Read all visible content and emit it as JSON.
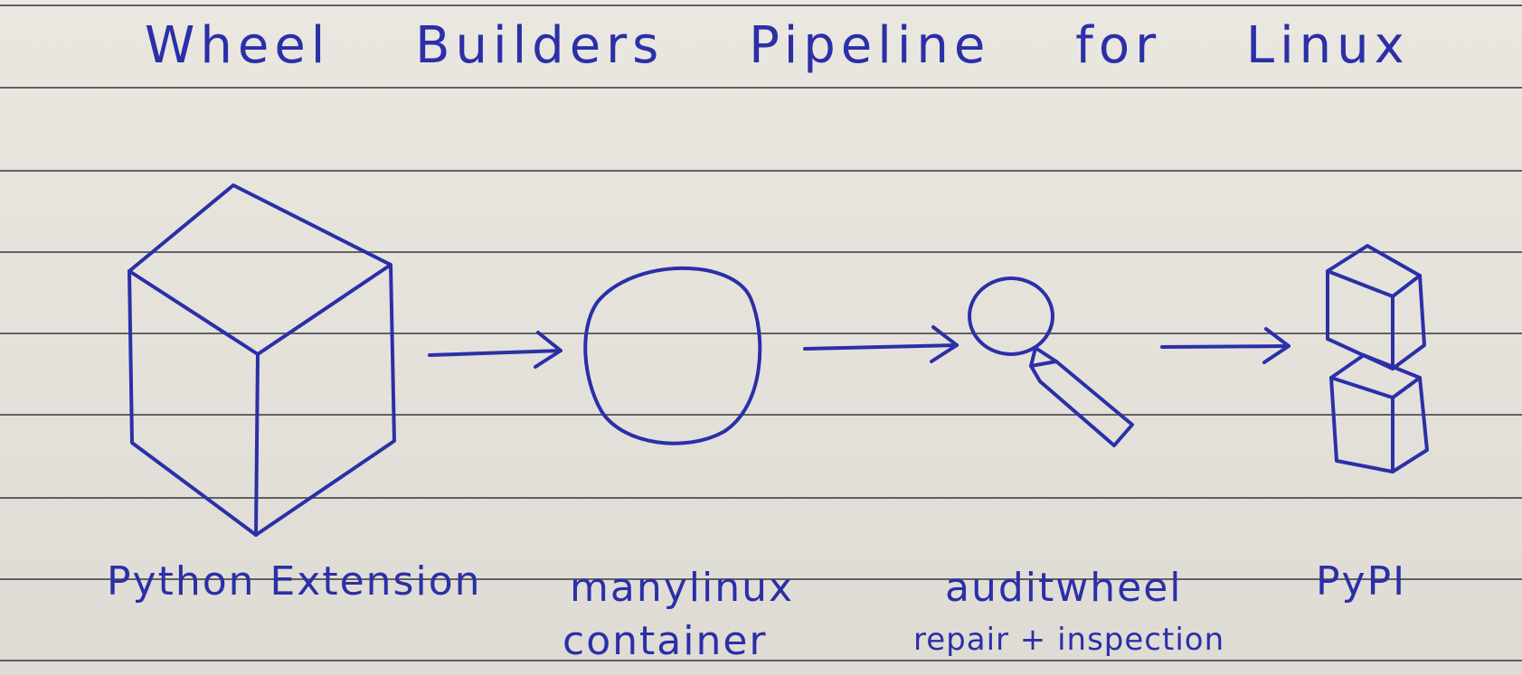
{
  "title": "Wheel Builders Pipeline for Linux",
  "stages": [
    {
      "label": "Python Extension",
      "sublabel": "",
      "icon": "cube-icon"
    },
    {
      "label": "manylinux",
      "sublabel": "container",
      "icon": "circle-icon"
    },
    {
      "label": "auditwheel",
      "sublabel": "repair + inspection",
      "icon": "magnifier-icon"
    },
    {
      "label": "PyPI",
      "sublabel": "",
      "icon": "stacked-boxes-icon"
    }
  ],
  "colors": {
    "ink": "#2b2fa8",
    "paper": "#e6e3dc",
    "rule": "#4a4a4e"
  }
}
